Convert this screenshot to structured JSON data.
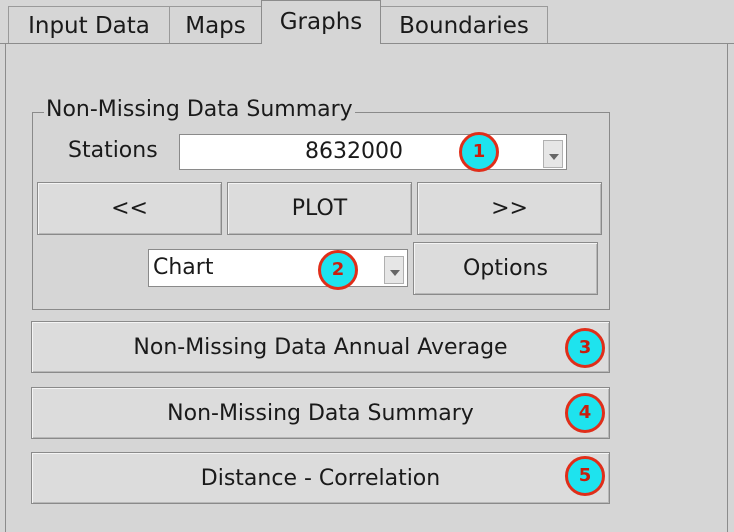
{
  "tabs": [
    {
      "label": "Input Data"
    },
    {
      "label": "Maps"
    },
    {
      "label": "Graphs"
    },
    {
      "label": "Boundaries"
    }
  ],
  "group": {
    "title": "Non-Missing Data Summary",
    "stations_label": "Stations",
    "stations_value": "8632000",
    "prev_label": "<<",
    "plot_label": "PLOT",
    "next_label": ">>",
    "chart_type_value": "Chart",
    "options_label": "Options"
  },
  "buttons": {
    "annual_average": "Non-Missing Data Annual Average",
    "summary": "Non-Missing Data Summary",
    "distance_correlation": "Distance - Correlation"
  },
  "badges": [
    "1",
    "2",
    "3",
    "4",
    "5"
  ],
  "colors": {
    "badge_fill": "#1ee3ee",
    "badge_border": "#e02e1a",
    "badge_text": "#c81e0e",
    "background": "#d6d6d6"
  }
}
